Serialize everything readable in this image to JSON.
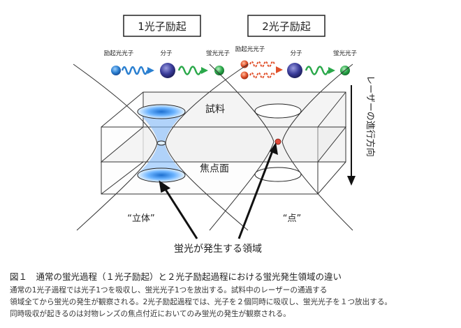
{
  "diagram": {
    "one_photon": {
      "title": "1光子励起",
      "label_excitation": "励起光光子",
      "label_molecule": "分子",
      "label_fluorescence": "蛍光光子"
    },
    "two_photon": {
      "title": "2光子励起",
      "label_excitation": "励起光光子",
      "label_molecule": "分子",
      "label_fluorescence": "蛍光光子"
    },
    "sample_label": "試料",
    "focal_plane_label": "焦点面",
    "laser_direction_label": "レーザーの進行方向",
    "volume_label": "“立体”",
    "point_label": "“点”",
    "emission_region_label": "蛍光が発生する領域",
    "colors": {
      "excitation_blue": "#2a7fd0",
      "excitation_red": "#e0502a",
      "molecule": "#3a3c9a",
      "fluorescence": "#2aa84a",
      "focal_point": "#e04a3a"
    }
  },
  "caption": {
    "title": "図１　通常の蛍光過程（１光子励起）と２光子励起過程における蛍光発生領域の違い",
    "lines": [
      "通常の1光子過程では光子1つを吸収し、蛍光光子1つを放出する。試料中のレーザーの通過する",
      "領域全てから蛍光の発生が観察される。2光子励起過程では、光子を２個同時に吸収し、蛍光光子を１つ放出する。",
      "同時吸収が起きるのは対物レンズの焦点付近においてのみ蛍光の発生が観察される。"
    ]
  }
}
